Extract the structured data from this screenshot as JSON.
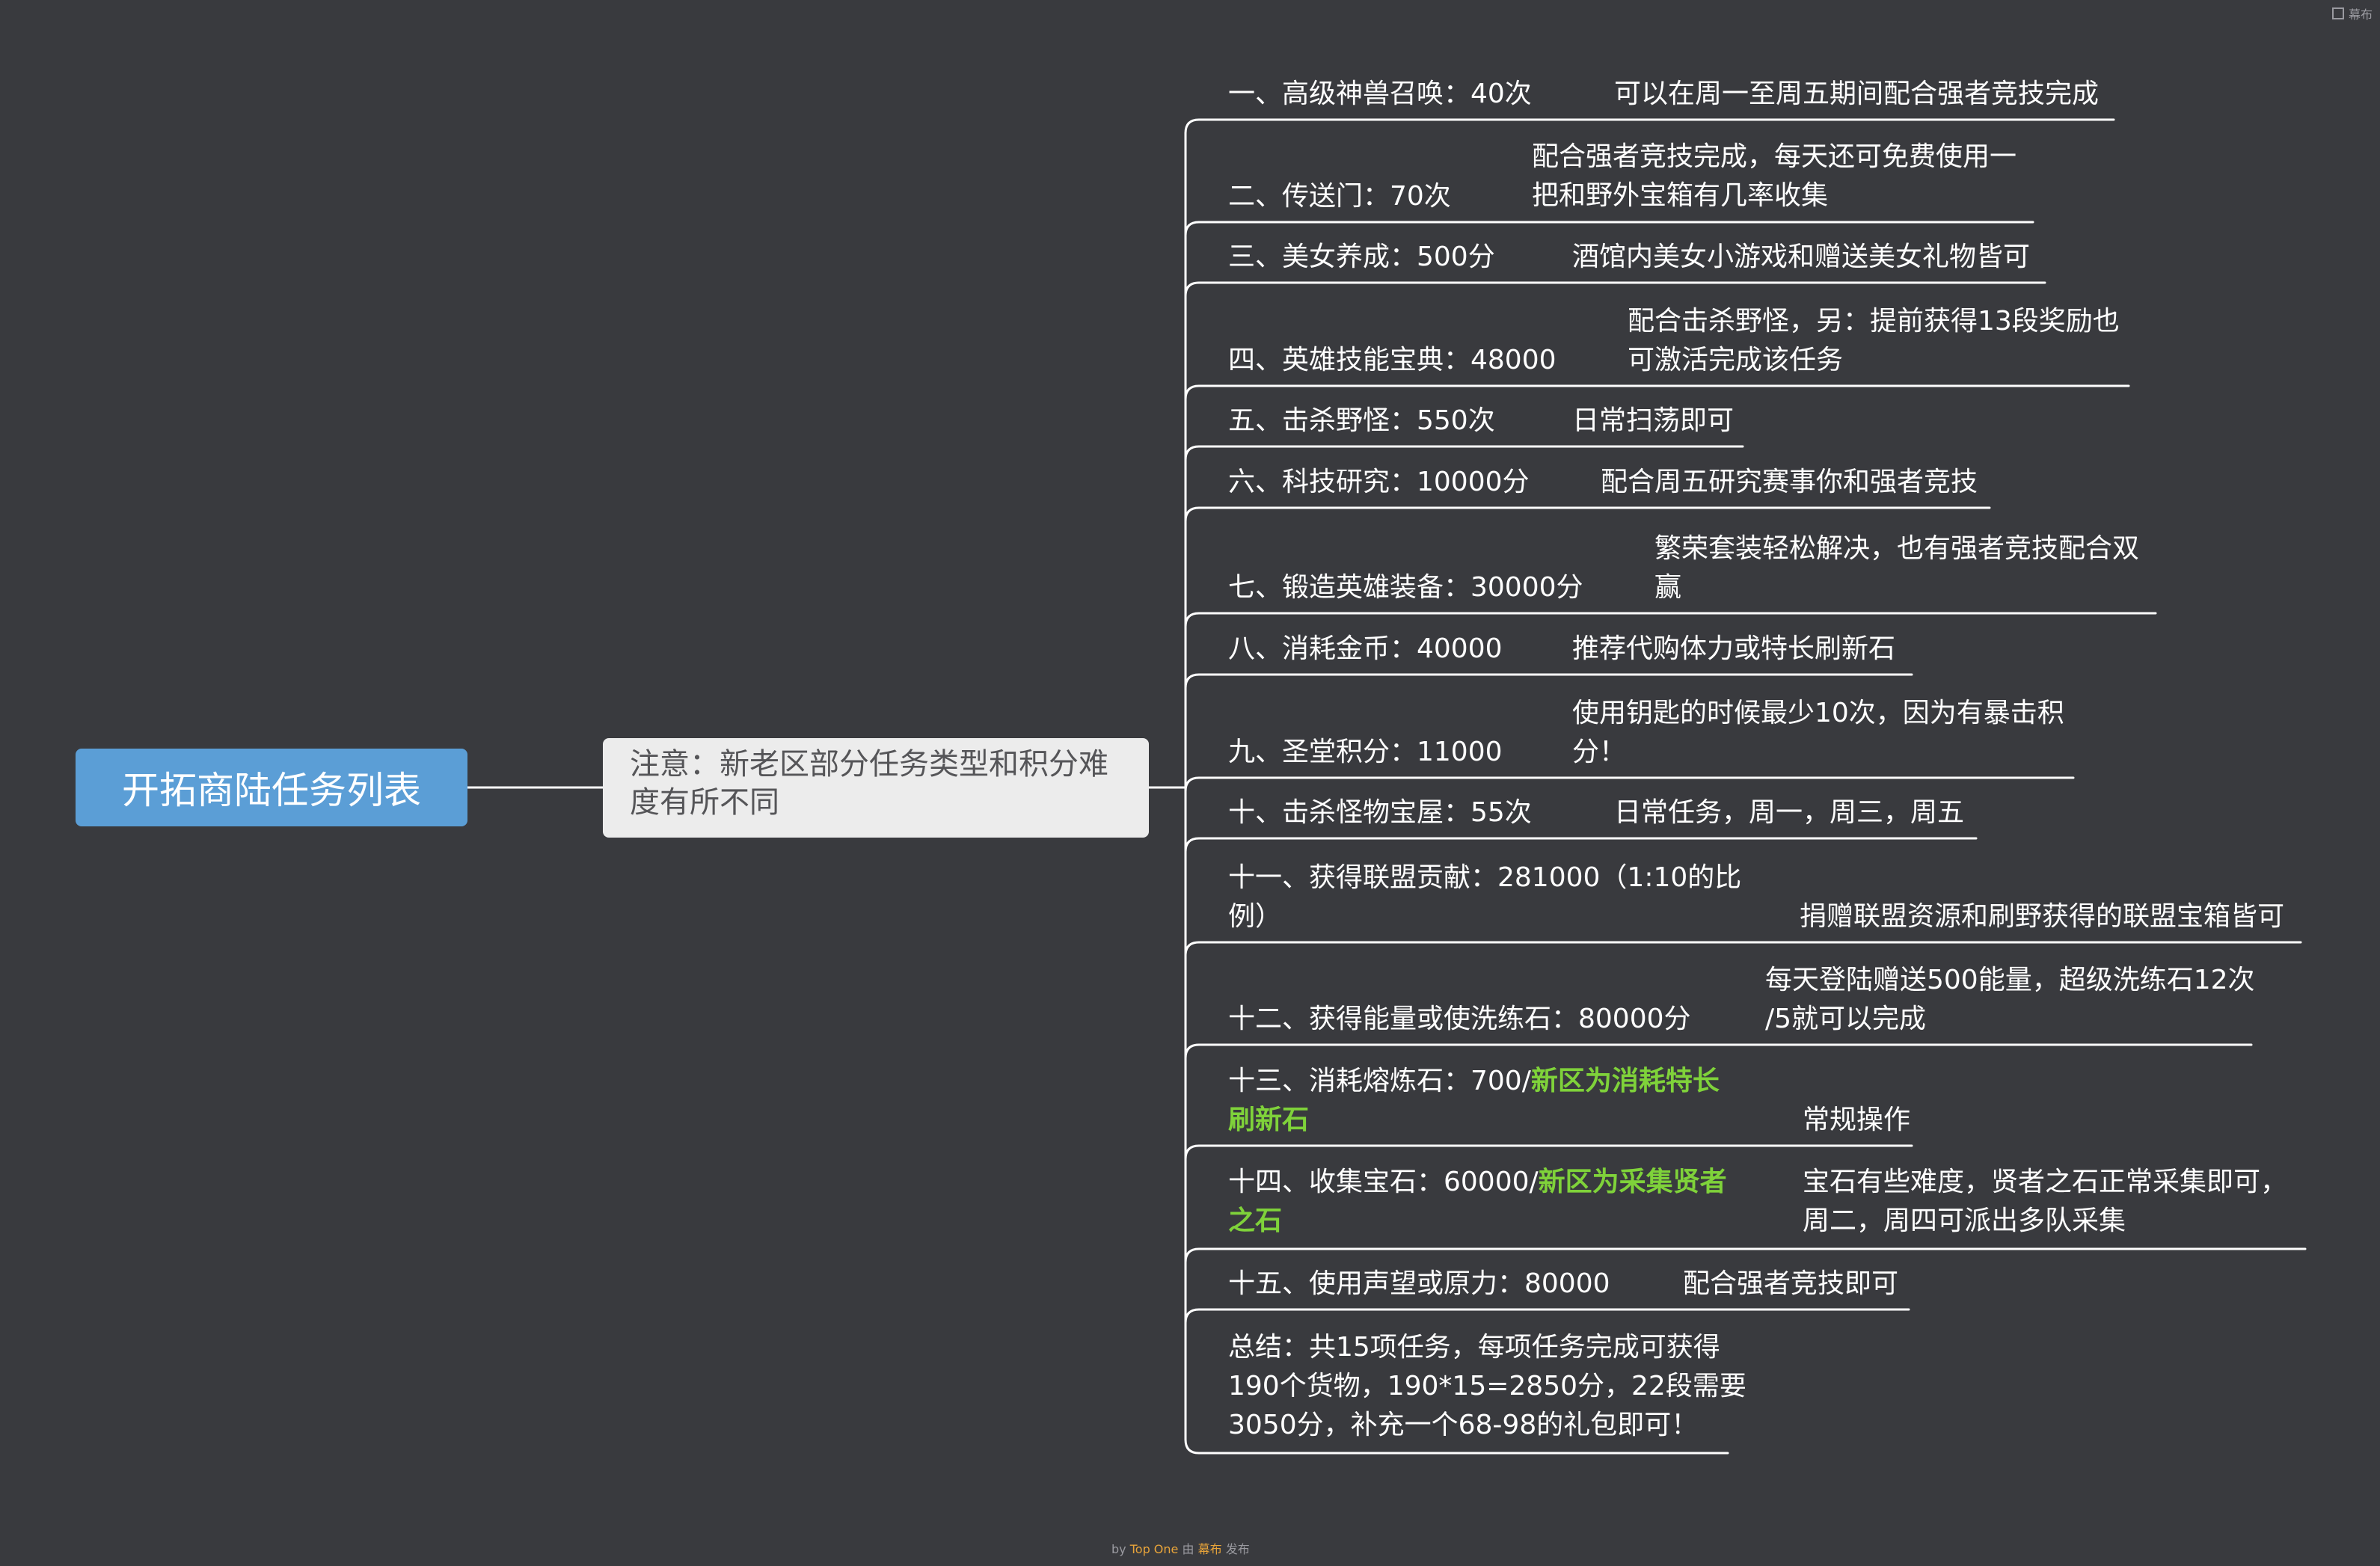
{
  "root": {
    "title": "开拓商陆任务列表"
  },
  "note": {
    "text": "注意：新老区部分任务类型和积分难度有所不同"
  },
  "tasks": [
    {
      "label": "一、高级神兽召唤：40次",
      "detail": "可以在周一至周五期间配合强者竞技完成"
    },
    {
      "label": "二、传送门：70次",
      "detail_lines": [
        "配合强者竞技完成，每天还可免费使用一",
        "把和野外宝箱有几率收集"
      ]
    },
    {
      "label": "三、美女养成：500分",
      "detail": "酒馆内美女小游戏和赠送美女礼物皆可"
    },
    {
      "label": "四、英雄技能宝典：48000",
      "detail_lines": [
        "配合击杀野怪，另：提前获得13段奖励也",
        "可激活完成该任务"
      ]
    },
    {
      "label": "五、击杀野怪：550次",
      "detail": "日常扫荡即可"
    },
    {
      "label": "六、科技研究：10000分",
      "detail": "配合周五研究赛事你和强者竞技"
    },
    {
      "label": "七、锻造英雄装备：30000分",
      "detail_lines": [
        "繁荣套装轻松解决，也有强者竞技配合双",
        "赢"
      ]
    },
    {
      "label": "八、消耗金币：40000",
      "detail": "推荐代购体力或特长刷新石"
    },
    {
      "label": "九、圣堂积分：11000",
      "detail_lines": [
        "使用钥匙的时候最少10次，因为有暴击积",
        "分！"
      ]
    },
    {
      "label": "十、击杀怪物宝屋：55次",
      "detail": "日常任务，周一，周三，周五"
    },
    {
      "label_lines": [
        "十一、获得联盟贡献：281000（1:10的比",
        "例）"
      ],
      "detail": "捐赠联盟资源和刷野获得的联盟宝箱皆可"
    },
    {
      "label": "十二、获得能量或使洗练石：80000分",
      "detail_lines": [
        "每天登陆赠送500能量，超级洗练石12次",
        "/5就可以完成"
      ]
    },
    {
      "label_prefix": "十三、消耗熔炼石：700/",
      "label_highlight_1": "新区为消耗特长",
      "label_highlight_2": "刷新石",
      "detail": "常规操作"
    },
    {
      "label_prefix": "十四、收集宝石：60000/",
      "label_highlight_1": "新区为采集贤者",
      "label_highlight_2": "之石",
      "detail_lines": [
        "宝石有些难度，贤者之石正常采集即可，",
        "周二，周四可派出多队采集"
      ]
    },
    {
      "label": "十五、使用声望或原力：80000",
      "detail": "配合强者竞技即可"
    }
  ],
  "summary": {
    "lines": [
      "总结：共15项任务，每项任务完成可获得",
      "190个货物，190*15=2850分，22段需要",
      "3050分，补充一个68-98的礼包即可！"
    ]
  },
  "brand": {
    "label": "幕布"
  },
  "footer": {
    "by": "by",
    "author": "Top One",
    "via": "由",
    "app": "幕布",
    "publish": "发布"
  },
  "colors": {
    "background": "#393a3e",
    "root": "#5b9ed6",
    "note": "#ececec",
    "line": "#ffffff",
    "highlight": "#7fd23a"
  }
}
